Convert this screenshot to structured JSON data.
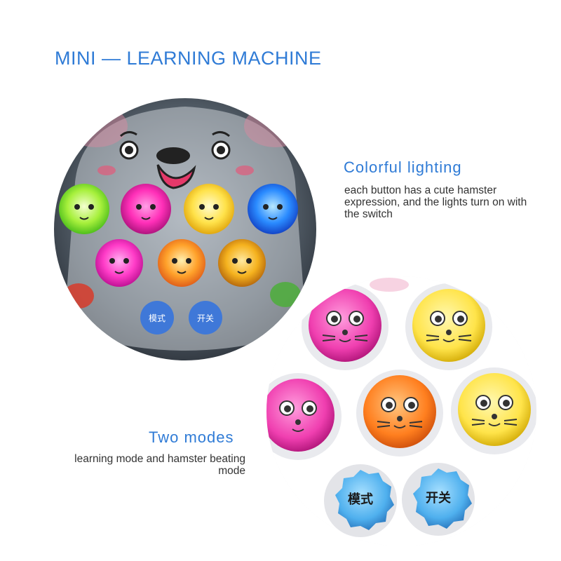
{
  "title": "MINI — LEARNING MACHINE",
  "features": [
    {
      "heading": "Colorful lighting",
      "description": "each button has a cute hamster expression, and the lights turn on with the switch"
    },
    {
      "heading": "Two modes",
      "description": "learning mode and hamster beating mode"
    }
  ],
  "toy_buttons": {
    "mode_label": "模式",
    "switch_label": "开关"
  },
  "colors": {
    "accent": "#2f7bd6",
    "text": "#333333"
  }
}
